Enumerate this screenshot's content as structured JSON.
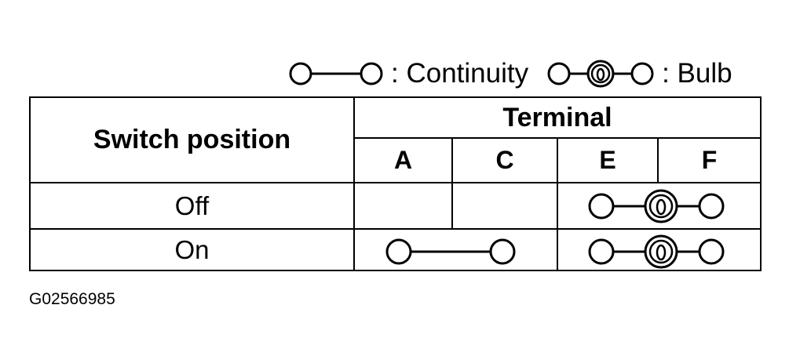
{
  "legend": {
    "continuity_label": ": Continuity",
    "bulb_label": ": Bulb"
  },
  "table": {
    "col_header_left": "Switch position",
    "col_header_group": "Terminal",
    "terminals": [
      "A",
      "C",
      "E",
      "F"
    ],
    "rows": [
      {
        "position": "Off",
        "connections": [
          {
            "from": "E",
            "to": "F",
            "type": "bulb"
          }
        ]
      },
      {
        "position": "On",
        "connections": [
          {
            "from": "A",
            "to": "C",
            "type": "continuity"
          },
          {
            "from": "E",
            "to": "F",
            "type": "bulb"
          }
        ]
      }
    ]
  },
  "figure_id": "G02566985",
  "icons": [
    "continuity-symbol-icon",
    "bulb-symbol-icon"
  ]
}
